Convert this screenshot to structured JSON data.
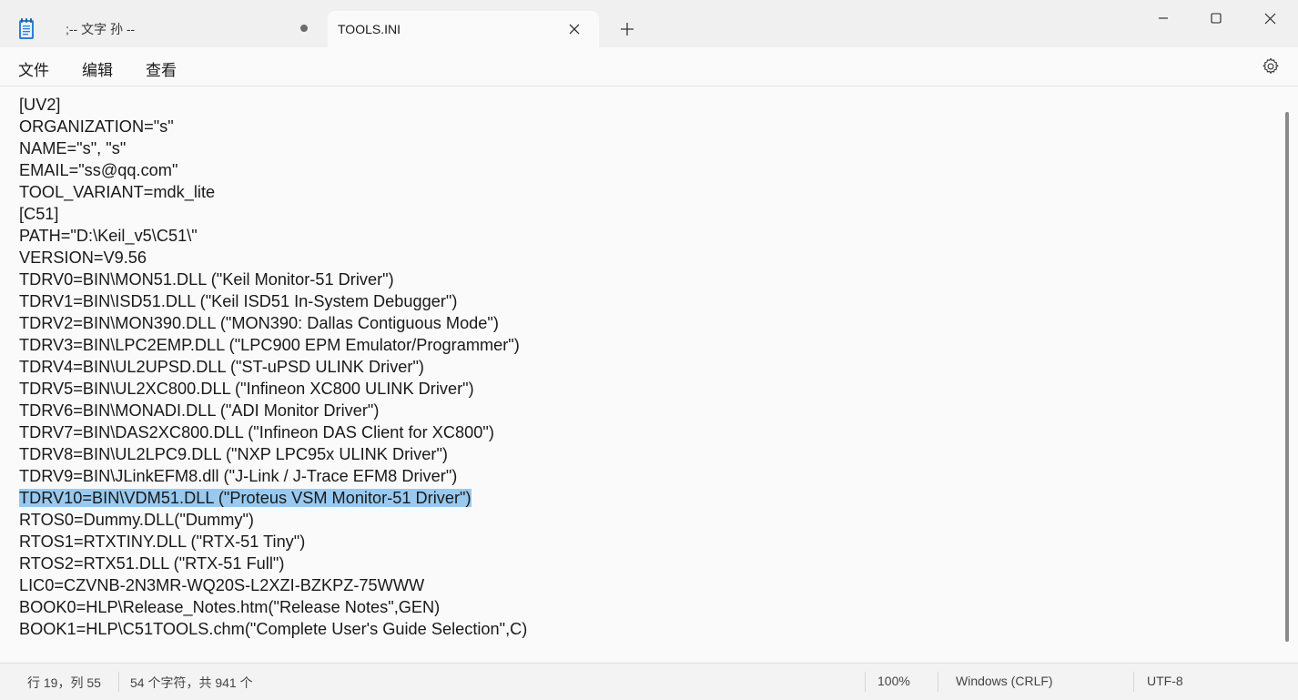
{
  "window": {
    "app": "Notepad"
  },
  "tabs": [
    {
      "label": ";--  文字  孙  --",
      "active": false,
      "unsaved": true
    },
    {
      "label": "TOOLS.INI",
      "active": true
    }
  ],
  "menu": {
    "file": "文件",
    "edit": "编辑",
    "view": "查看"
  },
  "editor": {
    "lines": [
      "[UV2]",
      "ORGANIZATION=\"s\"",
      "NAME=\"s\", \"s\"",
      "EMAIL=\"ss@qq.com\"",
      "TOOL_VARIANT=mdk_lite",
      "[C51]",
      "PATH=\"D:\\Keil_v5\\C51\\\"",
      "VERSION=V9.56",
      "TDRV0=BIN\\MON51.DLL (\"Keil Monitor-51 Driver\")",
      "TDRV1=BIN\\ISD51.DLL (\"Keil ISD51 In-System Debugger\")",
      "TDRV2=BIN\\MON390.DLL (\"MON390: Dallas Contiguous Mode\")",
      "TDRV3=BIN\\LPC2EMP.DLL (\"LPC900 EPM Emulator/Programmer\")",
      "TDRV4=BIN\\UL2UPSD.DLL (\"ST-uPSD ULINK Driver\")",
      "TDRV5=BIN\\UL2XC800.DLL (\"Infineon XC800 ULINK Driver\")",
      "TDRV6=BIN\\MONADI.DLL (\"ADI Monitor Driver\")",
      "TDRV7=BIN\\DAS2XC800.DLL (\"Infineon DAS Client for XC800\")",
      "TDRV8=BIN\\UL2LPC9.DLL (\"NXP LPC95x ULINK Driver\")",
      "TDRV9=BIN\\JLinkEFM8.dll (\"J-Link / J-Trace EFM8 Driver\")",
      "TDRV10=BIN\\VDM51.DLL (\"Proteus VSM Monitor-51 Driver\")",
      "RTOS0=Dummy.DLL(\"Dummy\")",
      "RTOS1=RTXTINY.DLL (\"RTX-51 Tiny\")",
      "RTOS2=RTX51.DLL (\"RTX-51 Full\")",
      "LIC0=CZVNB-2N3MR-WQ20S-L2XZI-BZKPZ-75WWW",
      "BOOK0=HLP\\Release_Notes.htm(\"Release Notes\",GEN)",
      "BOOK1=HLP\\C51TOOLS.chm(\"Complete User's Guide Selection\",C)"
    ],
    "selected_line_index": 18,
    "selection_color": "#99c9ef"
  },
  "status": {
    "position": "行 19，列 55",
    "char_count": "54 个字符，共 941 个",
    "zoom": "100%",
    "line_ending": "Windows (CRLF)",
    "encoding": "UTF-8"
  },
  "icons": {
    "app": "notepad-icon",
    "unsaved": "unsaved-dot-icon",
    "close_tab": "close-icon",
    "new_tab": "plus-icon",
    "minimize": "minimize-icon",
    "maximize": "maximize-icon",
    "close_window": "close-icon",
    "settings": "gear-icon"
  }
}
